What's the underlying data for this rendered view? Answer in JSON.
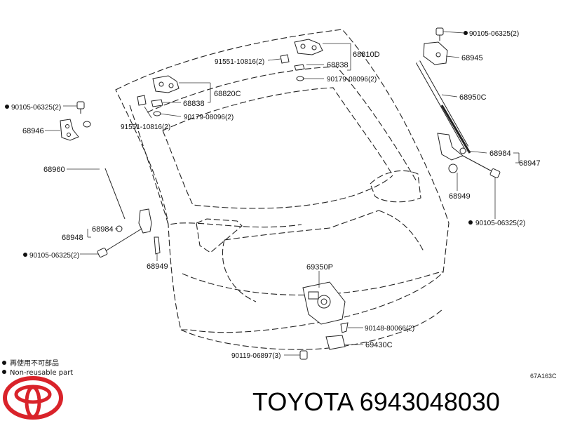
{
  "labels": {
    "p90105_top_right": "90105-06325(2)",
    "p68945": "68945",
    "p68810D": "68810D",
    "p68838_top": "68838",
    "p91551_top": "91551-10816(2)",
    "p90179_top": "90179-08096(2)",
    "p68950C": "68950C",
    "p68820C": "68820C",
    "p68838_left": "68838",
    "p91551_left": "91551-10816(2)",
    "p90179_left": "90179-08096(2)",
    "p90105_left_top": "90105-06325(2)",
    "p68946": "68946",
    "p68960": "68960",
    "p68984_right": "68984",
    "p68947": "68947",
    "p68949_right": "68949",
    "p90105_right_bottom": "90105-06325(2)",
    "p68984_left": "68984",
    "p68948": "68948",
    "p90105_left_bottom": "90105-06325(2)",
    "p68949_left": "68949",
    "p69350P": "69350P",
    "p90148": "90148-80066(2)",
    "p69430C": "69430C",
    "p90119": "90119-06897(3)"
  },
  "legend": {
    "line1": "再使用不可部品",
    "line2": "Non-reusable part"
  },
  "diagram_code": "67A163C",
  "footer": {
    "brand_text": "TOYOTA 6943048030"
  },
  "colors": {
    "logo_red": "#d9232a",
    "line": "#222222"
  }
}
